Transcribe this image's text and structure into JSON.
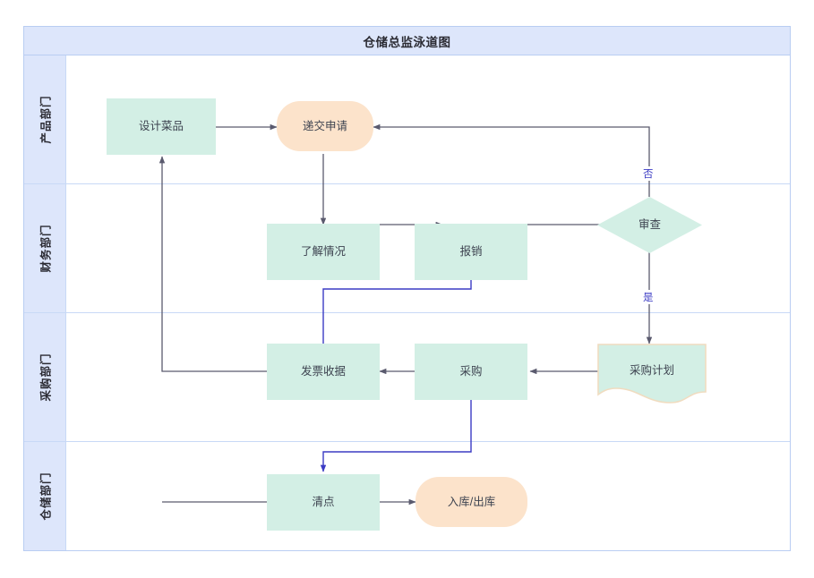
{
  "diagram": {
    "title": "仓储总监泳道图",
    "colors": {
      "header_bg": "#dde6fb",
      "frame_border": "#b9cdf2",
      "lane_divider": "#c8d9f6",
      "process_fill": "#d3efe5",
      "terminator_fill": "#fce3cb",
      "document_border": "#f0dcc0",
      "edge_gray": "#5a5a6e",
      "edge_blue": "#3b3bc4",
      "node_text": "#3d4350",
      "label_text": "#3b3bc4"
    },
    "lanes": [
      {
        "id": "lane-product",
        "label": "产品部门"
      },
      {
        "id": "lane-finance",
        "label": "财务部门"
      },
      {
        "id": "lane-purchase",
        "label": "采购部门"
      },
      {
        "id": "lane-warehouse",
        "label": "仓储部门"
      }
    ],
    "nodes": [
      {
        "id": "design-dish",
        "label": "设计菜品",
        "shape": "process",
        "lane": "lane-product"
      },
      {
        "id": "submit-request",
        "label": "递交申请",
        "shape": "terminator",
        "lane": "lane-product"
      },
      {
        "id": "understand-situation",
        "label": "了解情况",
        "shape": "process",
        "lane": "lane-finance"
      },
      {
        "id": "reimburse",
        "label": "报销",
        "shape": "process",
        "lane": "lane-finance"
      },
      {
        "id": "review",
        "label": "审查",
        "shape": "decision",
        "lane": "lane-finance"
      },
      {
        "id": "invoice-receipt",
        "label": "发票收据",
        "shape": "process",
        "lane": "lane-purchase"
      },
      {
        "id": "purchase",
        "label": "采购",
        "shape": "process",
        "lane": "lane-purchase"
      },
      {
        "id": "purchase-plan",
        "label": "采购计划",
        "shape": "document",
        "lane": "lane-purchase"
      },
      {
        "id": "count-check",
        "label": "清点",
        "shape": "process",
        "lane": "lane-warehouse"
      },
      {
        "id": "in-out-storage",
        "label": "入库/出库",
        "shape": "terminator",
        "lane": "lane-warehouse"
      }
    ],
    "edge_labels": {
      "review_no": "否",
      "review_yes": "是"
    },
    "edges": [
      {
        "from": "design-dish",
        "to": "submit-request",
        "label": ""
      },
      {
        "from": "submit-request",
        "to": "understand-situation",
        "label": ""
      },
      {
        "from": "understand-situation",
        "to": "reimburse",
        "label": ""
      },
      {
        "from": "reimburse",
        "to": "review",
        "label": ""
      },
      {
        "from": "review",
        "to": "submit-request",
        "label": "否"
      },
      {
        "from": "review",
        "to": "purchase-plan",
        "label": "是"
      },
      {
        "from": "purchase-plan",
        "to": "purchase",
        "label": ""
      },
      {
        "from": "purchase",
        "to": "invoice-receipt",
        "label": ""
      },
      {
        "from": "invoice-receipt",
        "to": "reimburse",
        "label": ""
      },
      {
        "from": "purchase",
        "to": "count-check",
        "label": ""
      },
      {
        "from": "count-check",
        "to": "in-out-storage",
        "label": ""
      },
      {
        "from": "invoice-receipt",
        "to": "design-dish",
        "label": ""
      },
      {
        "from": "count-check",
        "to": "design-dish",
        "label": ""
      }
    ]
  }
}
